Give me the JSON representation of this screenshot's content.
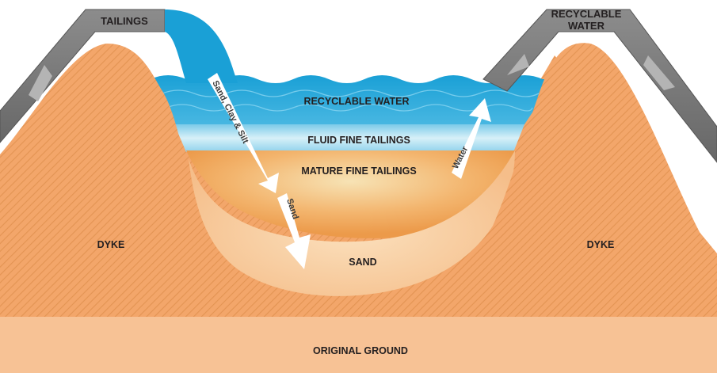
{
  "labels": {
    "tailings": "TAILINGS",
    "recyclable_water_line1": "RECYCLABLE",
    "recyclable_water_line2": "WATER",
    "recyclable_water_layer": "RECYCLABLE WATER",
    "fluid_fine_tailings": "FLUID FINE TAILINGS",
    "mature_fine_tailings": "MATURE FINE TAILINGS",
    "sand_layer": "SAND",
    "dyke_left": "DYKE",
    "dyke_right": "DYKE",
    "original_ground": "ORIGINAL GROUND"
  },
  "arrows": {
    "sand_clay_silt": "Sand, Clay & Silt",
    "sand": "Sand",
    "water": "Water"
  },
  "colors": {
    "dyke": "#f3a66a",
    "dyke_hatch": "#e08f50",
    "ground": "#f8c294",
    "pipe": "#7b7b7b",
    "water": "#2fa6d6",
    "fluid": "#a9dcef",
    "mature": "#f2b36f",
    "sand": "#f7c999"
  }
}
